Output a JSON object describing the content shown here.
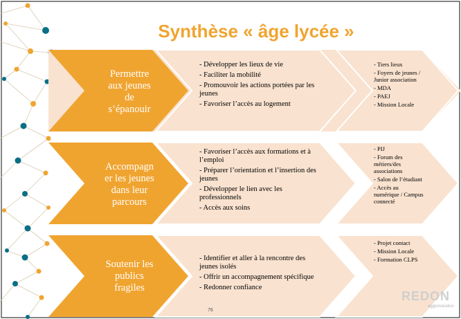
{
  "title": "Synthèse « âge lycée »",
  "page_number": "76",
  "colors": {
    "orange": "#f0a430",
    "peach": "#f9e2cf",
    "teal": "#0a6f86",
    "node_orange": "#f0a430",
    "text_dark": "#000000"
  },
  "rows": [
    {
      "title": "Permettre aux jeunes de s’épanouir",
      "title_lines": [
        "Permettre",
        "aux jeunes",
        "de",
        "s’épanouir"
      ],
      "actions": [
        "- Développer les lieux de vie",
        "- Faciliter la mobilité",
        "- Promouvoir les actions portées par les jeunes",
        "- Favoriser l’accès au logement"
      ],
      "resources": [
        "- Tiers lieux",
        "- Foyers de jeunes / Junior association",
        "- MDA",
        "- PAEJ",
        "- Mission Locale"
      ]
    },
    {
      "title": "Accompagner les jeunes dans leur parcours",
      "title_lines": [
        "Accompagn",
        "er les jeunes",
        "dans leur",
        "parcours"
      ],
      "actions": [
        "- Favoriser l’accès aux formations et à l’emploi",
        "- Préparer l’orientation et l’insertion des jeunes",
        "- Développer le lien avec les professionnels",
        "- Accès aux soins"
      ],
      "resources": [
        "- PIJ",
        "- Forum des métiers/des associations",
        "- Salon de l’étudiant",
        "- Accès au numérique / Campus connecté"
      ]
    },
    {
      "title": "Soutenir les publics fragiles",
      "title_lines": [
        "Soutenir les",
        "publics",
        "fragiles"
      ],
      "actions": [
        "- Identifier et aller à la rencontre des jeunes isolés",
        "- Offrir un accompagnement spécifique",
        "- Redonner confiance"
      ],
      "resources": [
        "- Projet contact",
        "- Mission Locale",
        "- Formation CLPS"
      ]
    }
  ],
  "logo": {
    "text": "REDON",
    "subtext": "agglomération"
  }
}
